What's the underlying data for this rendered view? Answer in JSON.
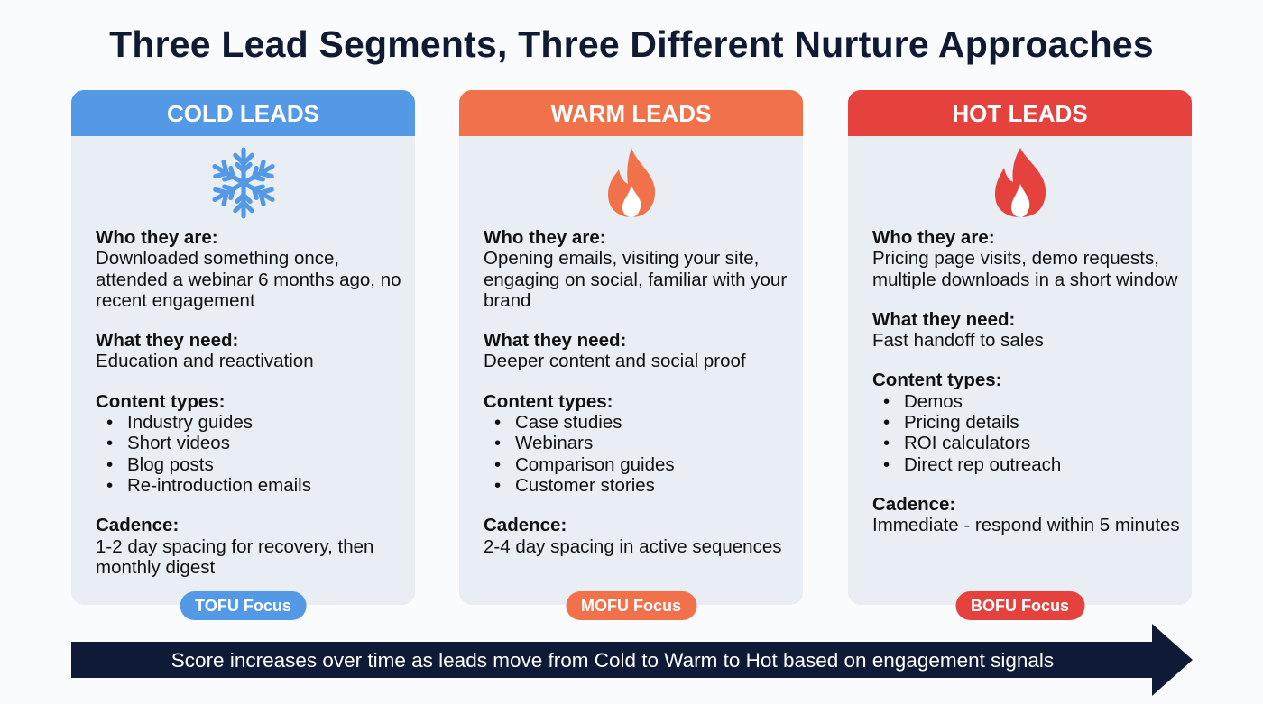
{
  "title": "Three Lead Segments, Three Different Nurture Approaches",
  "colors": {
    "cold": "#5499e6",
    "warm": "#f0714a",
    "hot": "#e5423e",
    "banner": "#0e1a36"
  },
  "cards": [
    {
      "header": "COLD LEADS",
      "icon": "snowflake-icon",
      "who_label": "Who they are:",
      "who": "Downloaded something once, attended a webinar 6 months ago, no recent engagement",
      "need_label": "What they need:",
      "need": "Education and reactivation",
      "content_label": "Content types:",
      "content": [
        "Industry guides",
        "Short videos",
        "Blog posts",
        "Re-introduction emails"
      ],
      "cadence_label": "Cadence:",
      "cadence": "1-2 day spacing for recovery, then monthly digest",
      "badge": "TOFU Focus"
    },
    {
      "header": "WARM LEADS",
      "icon": "flame-icon",
      "who_label": "Who they are:",
      "who": "Opening emails, visiting your site, engaging on social, familiar with your brand",
      "need_label": "What they need:",
      "need": "Deeper content and social proof",
      "content_label": "Content types:",
      "content": [
        "Case studies",
        "Webinars",
        "Comparison guides",
        "Customer stories"
      ],
      "cadence_label": "Cadence:",
      "cadence": "2-4 day spacing in active sequences",
      "badge": "MOFU Focus"
    },
    {
      "header": "HOT LEADS",
      "icon": "fire-icon",
      "who_label": "Who they are:",
      "who": "Pricing page visits, demo requests, multiple downloads in a short window",
      "need_label": "What they need:",
      "need": "Fast handoff to sales",
      "content_label": "Content types:",
      "content": [
        "Demos",
        "Pricing details",
        "ROI calculators",
        "Direct rep outreach"
      ],
      "cadence_label": "Cadence:",
      "cadence": "Immediate - respond within 5 minutes",
      "badge": "BOFU Focus"
    }
  ],
  "banner": "Score increases over time as leads move from Cold to Warm to Hot based on engagement signals"
}
